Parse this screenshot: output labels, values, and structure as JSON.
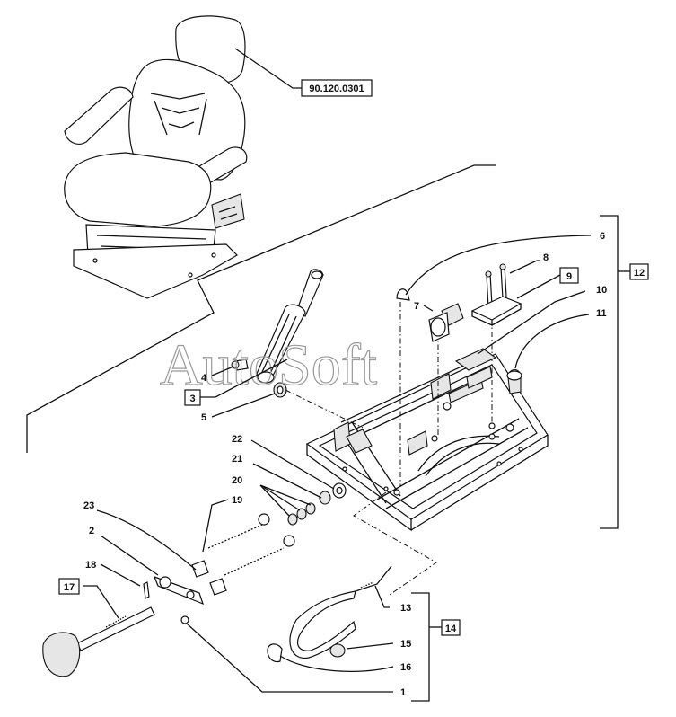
{
  "watermark": "AutoSoft",
  "group_ref": "90.120.0301",
  "callouts": [
    "1",
    "2",
    "4",
    "5",
    "6",
    "7",
    "8",
    "10",
    "11",
    "13",
    "15",
    "16",
    "18",
    "19",
    "20",
    "21",
    "22",
    "23"
  ],
  "boxed_callouts": [
    "3",
    "9",
    "12",
    "14",
    "17"
  ]
}
